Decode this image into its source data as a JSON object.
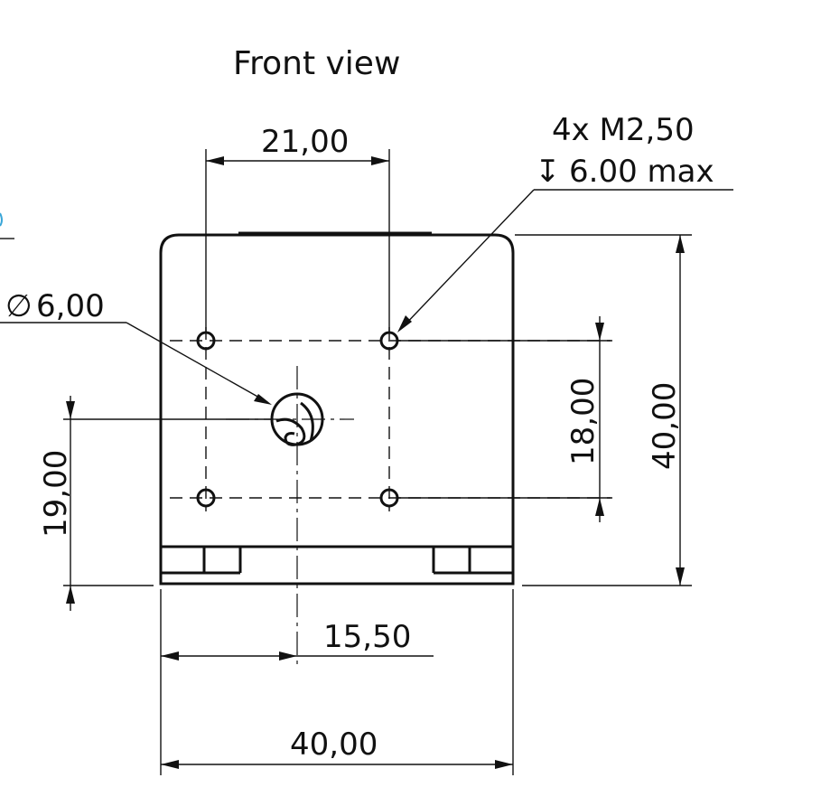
{
  "drawing": {
    "title": "Front view",
    "dimensions": {
      "top_hole_spacing": "21,00",
      "thread_line1": "4x M2,50",
      "thread_depth_symbol": "↧",
      "thread_line2": "6.00 max",
      "bore_diameter_symbol": "∅",
      "bore_diameter": "6,00",
      "vertical_hole_spacing": "18,00",
      "overall_height": "40,00",
      "bore_height": "19,00",
      "bore_offset": "15,50",
      "overall_width": "40,00"
    }
  }
}
